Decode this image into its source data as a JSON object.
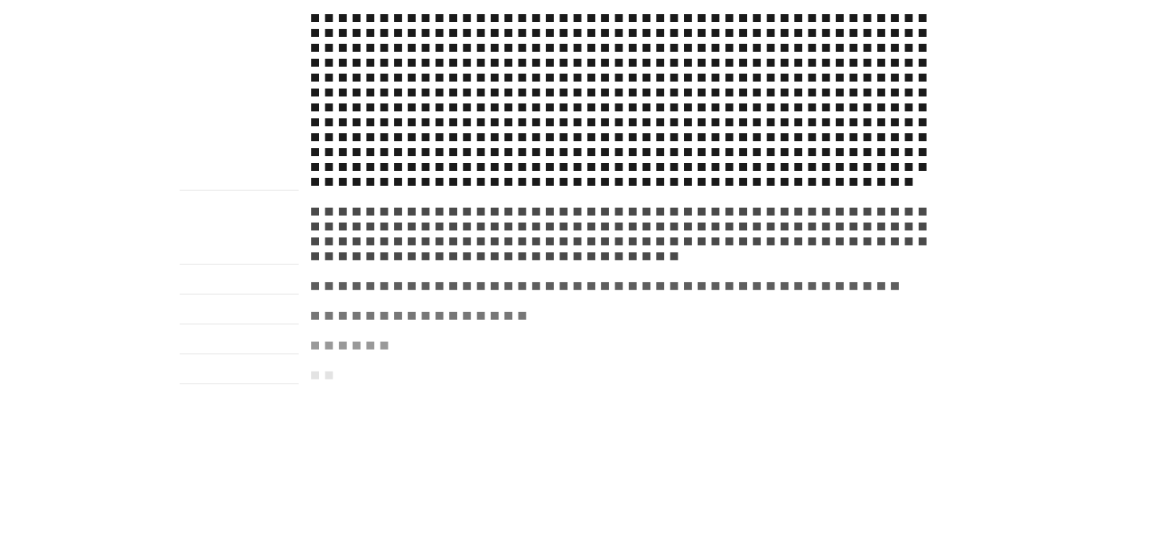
{
  "chart_data": {
    "type": "waffle",
    "units_per_row": 45,
    "categories": [
      "",
      "",
      "",
      "",
      "",
      ""
    ],
    "values": [
      539,
      162,
      43,
      16,
      6,
      2
    ],
    "colors": [
      "#1a1a1a",
      "#4a4a4a",
      "#5e5e5e",
      "#777777",
      "#999999",
      "#e3e3e3"
    ],
    "row_separators": true,
    "legend": false,
    "grid": false
  }
}
